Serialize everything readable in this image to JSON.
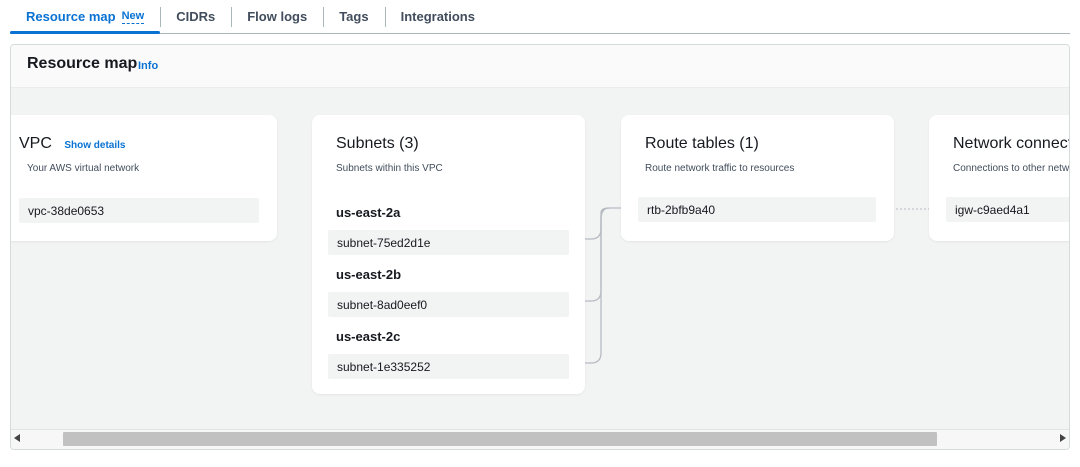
{
  "tabs": [
    {
      "label": "Resource map",
      "badge": "New"
    },
    {
      "label": "CIDRs"
    },
    {
      "label": "Flow logs"
    },
    {
      "label": "Tags"
    },
    {
      "label": "Integrations"
    }
  ],
  "panel": {
    "title": "Resource map",
    "info": "Info"
  },
  "vpc": {
    "title": "VPC",
    "show_details": "Show details",
    "subtitle": "Your AWS virtual network",
    "id": "vpc-38de0653"
  },
  "subnets": {
    "title": "Subnets (3)",
    "subtitle": "Subnets within this VPC",
    "groups": [
      {
        "az": "us-east-2a",
        "subnet": "subnet-75ed2d1e"
      },
      {
        "az": "us-east-2b",
        "subnet": "subnet-8ad0eef0"
      },
      {
        "az": "us-east-2c",
        "subnet": "subnet-1e335252"
      }
    ]
  },
  "route_tables": {
    "title": "Route tables (1)",
    "subtitle": "Route network traffic to resources",
    "id": "rtb-2bfb9a40"
  },
  "network_connections": {
    "title": "Network connections",
    "subtitle": "Connections to other networks",
    "id": "igw-c9aed4a1"
  },
  "colors": {
    "accent": "#0972d3",
    "connector": "#b7bcc2"
  }
}
